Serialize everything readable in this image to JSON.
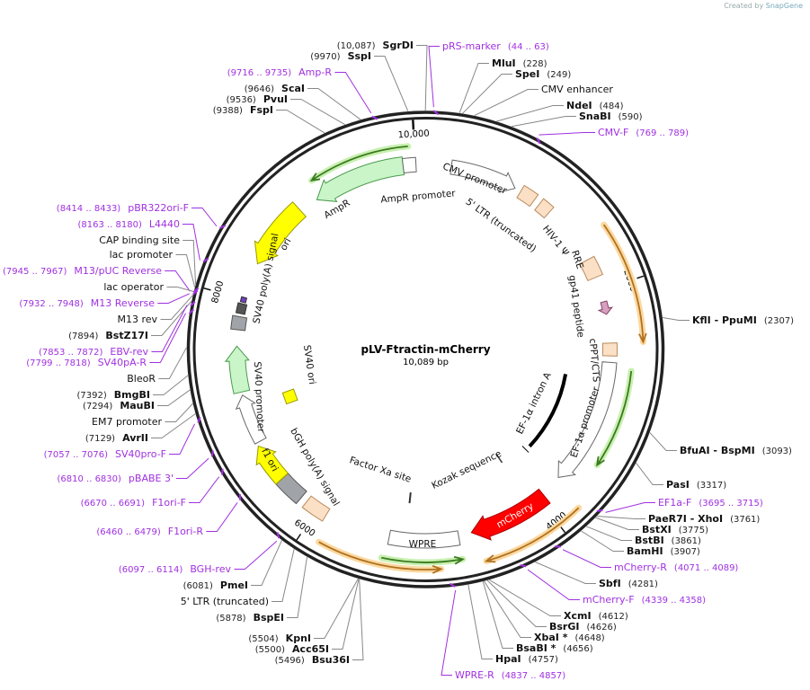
{
  "credit": {
    "text": "Created by",
    "brand": "SnapGene"
  },
  "plasmid": {
    "name": "pLV-Ftractin-mCherry",
    "length": "10,089 bp",
    "length_bp": 10089
  },
  "ticks": [
    "2000",
    "4000",
    "6000",
    "8000",
    "10,000"
  ],
  "colors": {
    "primer": "#a030e0",
    "ring": "#222222",
    "orange": "#f5c27a",
    "green": "#66cc33"
  },
  "labels": [
    {
      "type": "enzyme",
      "name": "SgrDI",
      "pos": "(10,087)",
      "bp": 10087
    },
    {
      "type": "enzyme",
      "name": "SspI",
      "pos": "(9970)",
      "bp": 9970
    },
    {
      "type": "primer",
      "name": "pRS-marker",
      "pos": "(44 .. 63)",
      "bp": 53
    },
    {
      "type": "enzyme",
      "name": "MluI",
      "pos": "(228)",
      "bp": 228
    },
    {
      "type": "enzyme",
      "name": "SpeI",
      "pos": "(249)",
      "bp": 249
    },
    {
      "type": "feature",
      "name": "CMV enhancer",
      "bp": 330,
      "fill": "#ffffff",
      "stroke": "#777777"
    },
    {
      "type": "enzyme",
      "name": "NdeI",
      "pos": "(484)",
      "bp": 484
    },
    {
      "type": "enzyme",
      "name": "SnaBI",
      "pos": "(590)",
      "bp": 590
    },
    {
      "type": "primer",
      "name": "CMV-F",
      "pos": "(769 .. 789)",
      "bp": 779
    },
    {
      "type": "primer",
      "name": "Amp-R",
      "pos": "(9716 .. 9735)",
      "bp": 9725
    },
    {
      "type": "enzyme",
      "name": "ScaI",
      "pos": "(9646)",
      "bp": 9646
    },
    {
      "type": "enzyme",
      "name": "PvuI",
      "pos": "(9536)",
      "bp": 9536
    },
    {
      "type": "enzyme",
      "name": "FspI",
      "pos": "(9388)",
      "bp": 9388
    },
    {
      "type": "primer",
      "name": "pBR322ori-F",
      "pos": "(8414 .. 8433)",
      "bp": 8423
    },
    {
      "type": "primer",
      "name": "L4440",
      "pos": "(8163 .. 8180)",
      "bp": 8171
    },
    {
      "type": "feature",
      "name": "CAP binding site",
      "bp": 8010,
      "fill": "#a8cfd8",
      "stroke": "#3d7f8f"
    },
    {
      "type": "feature",
      "name": "lac promoter",
      "bp": 7990,
      "fill": "#ffffff",
      "stroke": "#777777"
    },
    {
      "type": "primer",
      "name": "M13/pUC Reverse",
      "pos": "(7945 .. 7967)",
      "bp": 7956
    },
    {
      "type": "feature",
      "name": "lac operator",
      "bp": 7960,
      "fill": "#a8cfd8",
      "stroke": "#3d7f8f"
    },
    {
      "type": "primer",
      "name": "M13 Reverse",
      "pos": "(7932 .. 7948)",
      "bp": 7940
    },
    {
      "type": "feature",
      "name": "M13 rev",
      "bp": 7935,
      "fill": "#e2b3f2",
      "stroke": "#8a2dbb"
    },
    {
      "type": "enzyme",
      "name": "BstZ17I",
      "pos": "(7894)",
      "bp": 7894
    },
    {
      "type": "primer",
      "name": "EBV-rev",
      "pos": "(7853 .. 7872)",
      "bp": 7862
    },
    {
      "type": "primer",
      "name": "SV40pA-R",
      "pos": "(7799 .. 7818)",
      "bp": 7808
    },
    {
      "type": "feature",
      "name": "BleoR",
      "bp": 7580,
      "fill": "#c9f5c9",
      "stroke": "#4a9a4a"
    },
    {
      "type": "enzyme",
      "name": "BmgBI",
      "pos": "(7392)",
      "bp": 7392
    },
    {
      "type": "enzyme",
      "name": "MauBI",
      "pos": "(7294)",
      "bp": 7294
    },
    {
      "type": "feature",
      "name": "EM7 promoter",
      "bp": 7200,
      "fill": "#ffffff",
      "stroke": "#777777"
    },
    {
      "type": "enzyme",
      "name": "AvrII",
      "pos": "(7129)",
      "bp": 7129
    },
    {
      "type": "primer",
      "name": "SV40pro-F",
      "pos": "(7057 .. 7076)",
      "bp": 7066
    },
    {
      "type": "primer",
      "name": "pBABE 3'",
      "pos": "(6810 .. 6830)",
      "bp": 6820
    },
    {
      "type": "primer",
      "name": "F1ori-F",
      "pos": "(6670 .. 6691)",
      "bp": 6680
    },
    {
      "type": "primer",
      "name": "F1ori-R",
      "pos": "(6460 .. 6479)",
      "bp": 6470
    },
    {
      "type": "primer",
      "name": "BGH-rev",
      "pos": "(6097 .. 6114)",
      "bp": 6105
    },
    {
      "type": "enzyme",
      "name": "PmeI",
      "pos": "(6081)",
      "bp": 6081
    },
    {
      "type": "feature",
      "name": "5' LTR (truncated)",
      "bp": 5980,
      "fill": "#fbe0c6",
      "stroke": "#b98b5e"
    },
    {
      "type": "enzyme",
      "name": "BspEI",
      "pos": "(5878)",
      "bp": 5878
    },
    {
      "type": "enzyme",
      "name": "KpnI",
      "pos": "(5504)",
      "bp": 5504
    },
    {
      "type": "enzyme",
      "name": "Acc65I",
      "pos": "(5500)",
      "bp": 5500
    },
    {
      "type": "enzyme",
      "name": "Bsu36I",
      "pos": "(5496)",
      "bp": 5496
    },
    {
      "type": "primer",
      "name": "WPRE-R",
      "pos": "(4837 .. 4857)",
      "bp": 4847
    },
    {
      "type": "enzyme",
      "name": "HpaI",
      "pos": "(4757)",
      "bp": 4757
    },
    {
      "type": "enzyme",
      "name": "BsaBI *",
      "pos": "(4656)",
      "bp": 4656
    },
    {
      "type": "enzyme",
      "name": "XbaI *",
      "pos": "(4648)",
      "bp": 4648
    },
    {
      "type": "enzyme",
      "name": "BsrGI",
      "pos": "(4626)",
      "bp": 4626
    },
    {
      "type": "enzyme",
      "name": "XcmI",
      "pos": "(4612)",
      "bp": 4612
    },
    {
      "type": "primer",
      "name": "mCherry-F",
      "pos": "(4339 .. 4358)",
      "bp": 4348
    },
    {
      "type": "enzyme",
      "name": "SbfI",
      "pos": "(4281)",
      "bp": 4281
    },
    {
      "type": "primer",
      "name": "mCherry-R",
      "pos": "(4071 .. 4089)",
      "bp": 4080
    },
    {
      "type": "enzyme",
      "name": "BamHI",
      "pos": "(3907)",
      "bp": 3907
    },
    {
      "type": "enzyme",
      "name": "BstBI",
      "pos": "(3861)",
      "bp": 3861
    },
    {
      "type": "enzyme",
      "name": "BstXI",
      "pos": "(3775)",
      "bp": 3775
    },
    {
      "type": "enzyme",
      "name": "PaeR7I  - XhoI",
      "pos": "(3761)",
      "bp": 3761
    },
    {
      "type": "primer",
      "name": "EF1a-F",
      "pos": "(3695 .. 3715)",
      "bp": 3705
    },
    {
      "type": "enzyme",
      "name": "PasI",
      "pos": "(3317)",
      "bp": 3317
    },
    {
      "type": "enzyme",
      "name": "BfuAI  - BspMI",
      "pos": "(3093)",
      "bp": 3093
    },
    {
      "type": "enzyme",
      "name": "KflI  - PpuMI",
      "pos": "(2307)",
      "bp": 2307
    }
  ],
  "features": [
    {
      "name": "AmpR",
      "fill": "#c9f5c9",
      "stroke": "#4a9a4a"
    },
    {
      "name": "AmpR promoter",
      "fill": "#ffffff",
      "stroke": "#666666"
    },
    {
      "name": "CMV promoter",
      "fill": "#ffffff",
      "stroke": "#666666"
    },
    {
      "name": "5' LTR (truncated)",
      "fill": "#fbe0c6",
      "stroke": "#b98b5e"
    },
    {
      "name": "HIV-1 Ψ",
      "fill": "#fbe0c6",
      "stroke": "#b98b5e"
    },
    {
      "name": "RRE",
      "fill": "#fbe0c6",
      "stroke": "#b98b5e"
    },
    {
      "name": "gp41 peptide",
      "fill": "#d8a0c0",
      "stroke": "#804060"
    },
    {
      "name": "cPPT/CTS",
      "fill": "#fbe0c6",
      "stroke": "#b98b5e"
    },
    {
      "name": "EF-1α promoter",
      "fill": "#ffffff",
      "stroke": "#666666"
    },
    {
      "name": "EF-1α intron A",
      "fill": "#000000",
      "stroke": "#000000"
    },
    {
      "name": "Kozak sequence",
      "fill": "#333333",
      "stroke": "#333333"
    },
    {
      "name": "mCherry",
      "fill": "#ff0000",
      "stroke": "#aa0000"
    },
    {
      "name": "WPRE",
      "fill": "#ffffff",
      "stroke": "#666666"
    },
    {
      "name": "Factor Xa site",
      "fill": "#333333",
      "stroke": "#333333"
    },
    {
      "name": "bGH poly(A) signal",
      "fill": "#a0a4a8",
      "stroke": "#555555"
    },
    {
      "name": "f1 ori",
      "fill": "#ffff00",
      "stroke": "#999900"
    },
    {
      "name": "SV40 promoter",
      "fill": "#ffffff",
      "stroke": "#666666"
    },
    {
      "name": "SV40 ori",
      "fill": "#ffff00",
      "stroke": "#999900"
    },
    {
      "name": "SV40 poly(A) signal",
      "fill": "#a0a4a8",
      "stroke": "#555555"
    },
    {
      "name": "ori",
      "fill": "#ffff00",
      "stroke": "#999900"
    },
    {
      "name": "BleoR",
      "fill": "#c9f5c9",
      "stroke": "#4a9a4a"
    },
    {
      "name": "5' LTR (truncated)",
      "fill": "#fbe0c6",
      "stroke": "#b98b5e"
    }
  ]
}
